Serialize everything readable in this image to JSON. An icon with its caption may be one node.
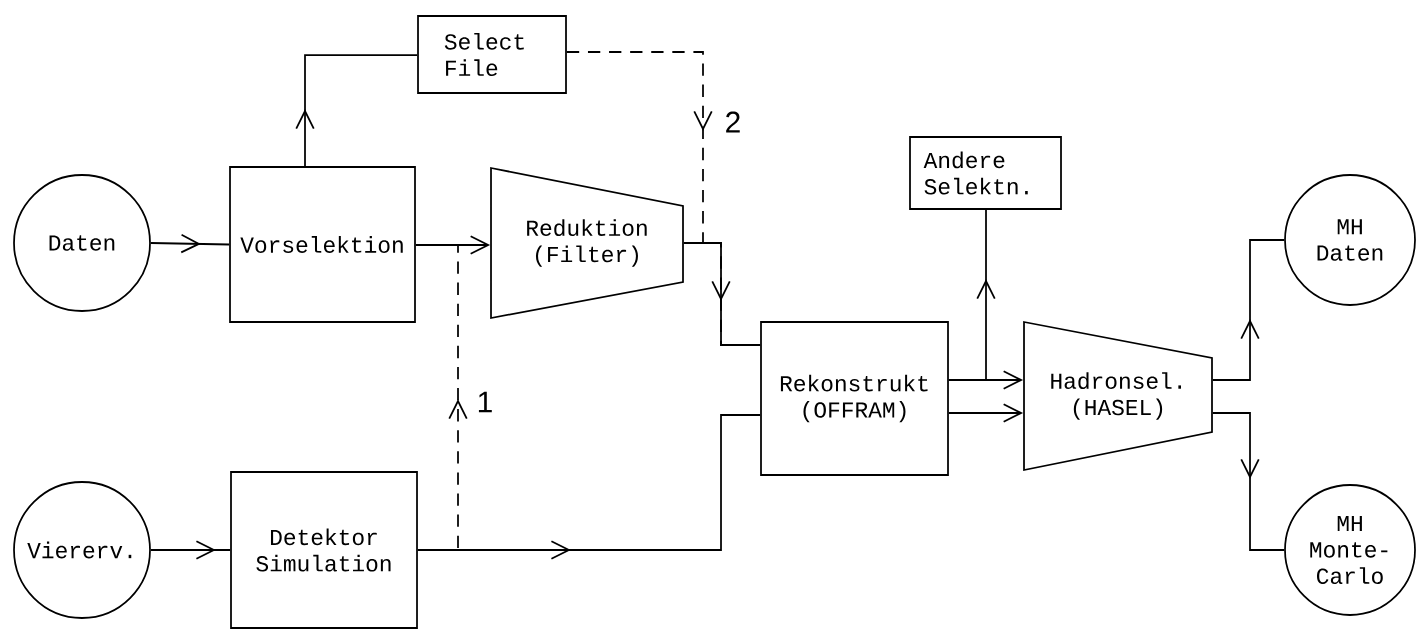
{
  "diagram": {
    "nodes": [
      {
        "text": [
          "Daten"
        ]
      },
      {
        "text": [
          "Vorselektion"
        ]
      },
      {
        "text": [
          "Select File"
        ]
      },
      {
        "text": [
          "Reduktion (Filter)"
        ]
      },
      {
        "text": [
          "Viererv."
        ]
      },
      {
        "text": [
          "Detektor Simulation"
        ]
      },
      {
        "text": [
          "Rekonstrukt (OFFRAM)"
        ]
      },
      {
        "text": [
          "Andere Selektn."
        ]
      },
      {
        "text": [
          "Hadronsel. (HASEL)"
        ]
      },
      {
        "text": [
          "MH Daten"
        ]
      },
      {
        "text": [
          "MH Monte-Carlo"
        ]
      }
    ],
    "edges": [
      {
        "from": 0,
        "to": 1,
        "arrow": "to"
      },
      {
        "from": 1,
        "to": 3,
        "arrow": "to"
      },
      {
        "from": 1,
        "to": 2,
        "arrow": "to"
      },
      {
        "from": 3,
        "to": 6,
        "arrow": "to"
      },
      {
        "from": 2,
        "to": 6,
        "arrow": "to",
        "style": "dashed",
        "label": "2"
      },
      {
        "from": 5,
        "to": 3,
        "arrow": "to",
        "style": "dashed",
        "label": "1"
      },
      {
        "from": 4,
        "to": 5,
        "arrow": "to"
      },
      {
        "from": 5,
        "to": 6,
        "arrow": "to"
      },
      {
        "from": 6,
        "to": 7,
        "arrow": "to"
      },
      {
        "from": 6,
        "to": 8,
        "arrow": "to"
      },
      {
        "from": 6,
        "to": 8,
        "arrow": "to"
      },
      {
        "from": 8,
        "to": 9,
        "arrow": "to"
      },
      {
        "from": 8,
        "to": 10,
        "arrow": "to"
      }
    ]
  }
}
